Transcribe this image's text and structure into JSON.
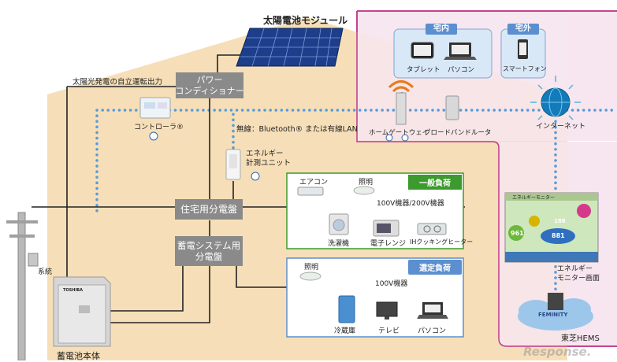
{
  "labels": {
    "solar_module": "太陽電池モジュール",
    "self_sustained": "太陽光発電の自立運転出力",
    "power_conditioner": "パワー\nコンディショナー",
    "controller": "コントローラ®",
    "wireless": "無線：Bluetooth® または有線LAN",
    "energy_meter": "エネルギー\n計測ユニット",
    "house_panel": "住宅用分電盤",
    "storage_panel": "蓄電システム用\n分電盤",
    "grid": "系統",
    "battery": "蓄電池本体",
    "home_gateway": "ホームゲートウェイ",
    "broadband_router": "ブロードバンドルータ",
    "internet": "インターネット",
    "indoor": "宅内",
    "outdoor": "宅外",
    "tablet": "タブレット",
    "pc": "パソコン",
    "smartphone": "スマートフォン",
    "energy_monitor_screen": "エネルギー\nモニター画面",
    "toshiba_hems": "東芝HEMS",
    "feminity": "FEMINITY",
    "general_load": "一般負荷",
    "selected_load": "選定負荷",
    "aircon": "エアコン",
    "lighting1": "照明",
    "v100_200": "100V機器/200V機器",
    "washer": "洗濯機",
    "microwave": "電子レンジ",
    "ih": "IHクッキングヒーター",
    "lighting2": "照明",
    "v100": "100V機器",
    "fridge": "冷蔵庫",
    "tv": "テレビ",
    "pc2": "パソコン",
    "monitor_title": "エネルギーモニター",
    "monitor_v1": "961",
    "monitor_v2": "881",
    "monitor_v3": "188",
    "toshiba_logo": "TOSHIBA",
    "watermark": "Response."
  },
  "colors": {
    "house": "#f6dfb8",
    "pink_region": "#f7e6f0",
    "pink_border": "#c2388a",
    "dots": "#5a9ad6",
    "green": "#3d9a2e",
    "blue_tag": "#5b8fd0",
    "gray_box": "#8a8a8a"
  }
}
